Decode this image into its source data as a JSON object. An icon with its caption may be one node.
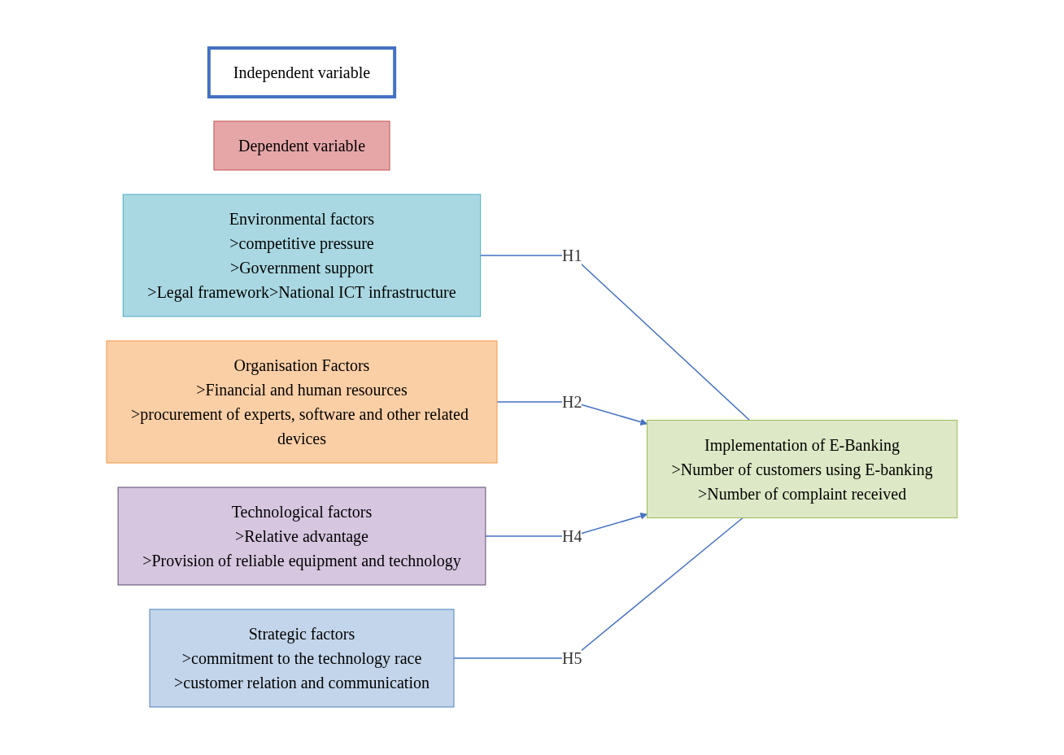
{
  "diagram": {
    "nodes": [
      {
        "text": [
          "Independent variable"
        ]
      },
      {
        "text": [
          "Dependent variable"
        ]
      },
      {
        "text": [
          "Environmental factors",
          ">competitive pressure",
          ">Government support",
          ">Legal framework>National ICT infrastructure"
        ]
      },
      {
        "text": [
          "Organisation Factors",
          ">Financial and human resources",
          ">procurement of experts, software and other related devices"
        ]
      },
      {
        "text": [
          "Technological factors",
          ">Relative advantage",
          ">Provision of reliable equipment and technology"
        ]
      },
      {
        "text": [
          "Strategic factors",
          ">commitment to the technology race",
          ">customer relation and communication"
        ]
      },
      {
        "text": [
          "Implementation of E-Banking",
          ">Number of customers using E-banking",
          ">Number of complaint received"
        ]
      }
    ],
    "edges": [
      {
        "from": 2,
        "to": 6,
        "arrow": "none",
        "label": "H1"
      },
      {
        "from": 3,
        "to": 6,
        "arrow": "to",
        "label": "H2"
      },
      {
        "from": 4,
        "to": 6,
        "arrow": "to",
        "label": "H4"
      },
      {
        "from": 5,
        "to": 6,
        "arrow": "none",
        "label": "H5"
      }
    ]
  }
}
